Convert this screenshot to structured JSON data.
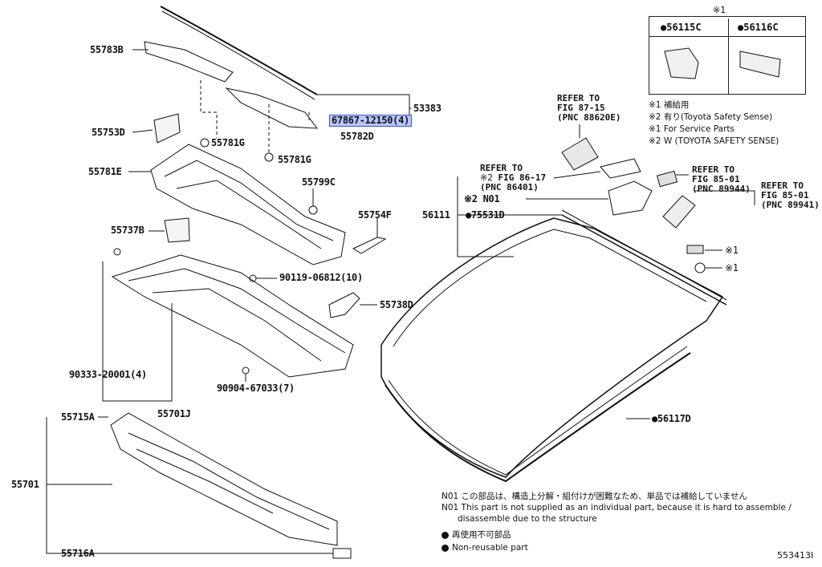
{
  "diagram_id": "553413I",
  "legend": {
    "header_mark": "※1",
    "cell_left": "●56115C",
    "cell_right": "●56116C",
    "notes": [
      "※1 補給用",
      "※2 有り(Toyota Safety Sense)",
      "※1 For Service Parts",
      "※2 W (TOYOTA SAFETY SENSE)"
    ]
  },
  "refs": {
    "ref1": [
      "REFER TO",
      "FIG 87-15",
      "(PNC 88620E)"
    ],
    "ref2_mark": "※2",
    "ref2": [
      "REFER TO",
      "FIG 86-17",
      "(PNC 86401)"
    ],
    "ref3": [
      "REFER TO",
      "FIG 85-01",
      "(PNC 89944)"
    ],
    "ref4": [
      "REFER TO",
      "FIG 85-01",
      "(PNC 89941)"
    ]
  },
  "labels": {
    "p55783B": "55783B",
    "p53383": "53383",
    "p67867": "67867-12150(4)",
    "p55782D": "55782D",
    "p55753D": "55753D",
    "p55781G_a": "55781G",
    "p55781G_b": "55781G",
    "p55781E": "55781E",
    "p55799C": "55799C",
    "p55754F": "55754F",
    "p55737B": "55737B",
    "p90119": "90119-06812(10)",
    "p55738D": "55738D",
    "p90333": "90333-20001(4)",
    "p90904": "90904-67033(7)",
    "p55701J": "55701J",
    "p55715A": "55715A",
    "p55701": "55701",
    "p55716A": "55716A",
    "pN01": "※2 N01",
    "p56111": "56111",
    "p75531D": "●75531D",
    "p56117D": "●56117D",
    "mark1a": "※1",
    "mark1b": "※1"
  },
  "footer": {
    "n01_jp": "N01  この部品は、構造上分解・組付けが困難なため、単品では補給していません",
    "n01_en_1": "N01  This part is not supplied as an individual part, because it is hard to assemble /",
    "n01_en_2": "disassemble due to the structure",
    "nonreuse_jp": "再使用不可部品",
    "nonreuse_en": "Non-reusable part"
  },
  "colors": {
    "highlight_bg": "#b9c6ff",
    "highlight_border": "#3b56d6",
    "line": "#111111"
  }
}
